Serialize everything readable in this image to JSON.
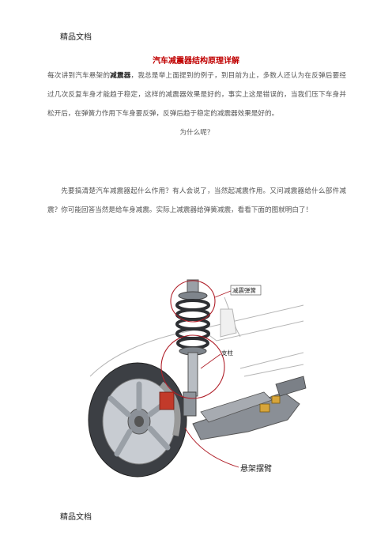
{
  "header": {
    "text": "精品文档"
  },
  "footer": {
    "text": "精品文档"
  },
  "title": "汽车减震器结构原理详解",
  "para1": {
    "prefix": "每次讲到汽车悬架的",
    "bold": "减震器",
    "text": "，我总是举上面提到的例子，到目前为止，多数人还认为在反弹后要经过几次反复车身才能趋于稳定，这样的减震器效果是好的，事实上这是错误的，当我们压下车身并松开后，在弹簧力作用下车身要反弹，反弹后趋于稳定的减震器效果是好的。",
    "question": "为什么呢？"
  },
  "para2": {
    "text": "先要搞清楚汽车减震器起什么作用？有人会说了，当然起减震作用。又问减震器给什么部件减震？你可能回答当然是给车身减震。实际上减震器给弹簧减震，看看下面的图就明白了！"
  },
  "figure": {
    "labels": {
      "spring": "减震弹簧",
      "strut": "支柱",
      "arm": "悬架摆臂"
    }
  }
}
